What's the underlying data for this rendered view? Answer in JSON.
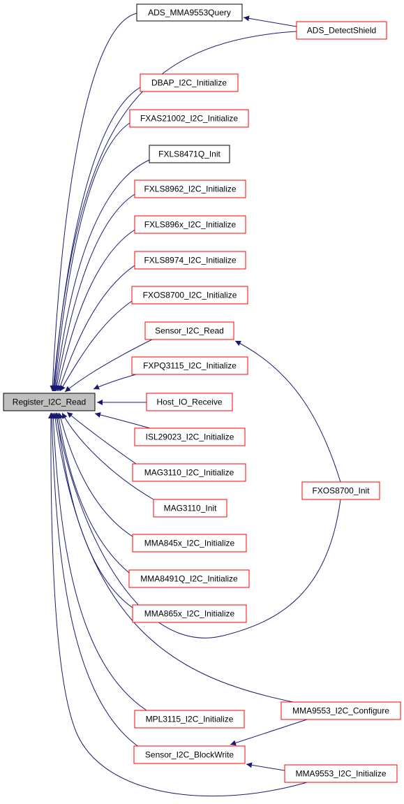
{
  "colors": {
    "edge": "#191970",
    "root_fill": "#bfbfbf",
    "node_red": "#ff0000",
    "node_black": "#000000",
    "background": "#ffffff"
  },
  "nodes": {
    "register_i2c_read": {
      "label": "Register_I2C_Read",
      "border": "black",
      "root": true
    },
    "ads_mma9553query": {
      "label": "ADS_MMA9553Query",
      "border": "black"
    },
    "ads_detectshield": {
      "label": "ADS_DetectShield",
      "border": "red"
    },
    "dbap_i2c_initialize": {
      "label": "DBAP_I2C_Initialize",
      "border": "red"
    },
    "fxas21002_i2c_initialize": {
      "label": "FXAS21002_I2C_Initialize",
      "border": "red"
    },
    "fxls8471q_init": {
      "label": "FXLS8471Q_Init",
      "border": "black"
    },
    "fxls8962_i2c_initialize": {
      "label": "FXLS8962_I2C_Initialize",
      "border": "red"
    },
    "fxls896x_i2c_initialize": {
      "label": "FXLS896x_I2C_Initialize",
      "border": "red"
    },
    "fxls8974_i2c_initialize": {
      "label": "FXLS8974_I2C_Initialize",
      "border": "red"
    },
    "fxos8700_i2c_initialize": {
      "label": "FXOS8700_I2C_Initialize",
      "border": "red"
    },
    "sensor_i2c_read": {
      "label": "Sensor_I2C_Read",
      "border": "red"
    },
    "fxpq3115_i2c_initialize": {
      "label": "FXPQ3115_I2C_Initialize",
      "border": "red"
    },
    "host_io_receive": {
      "label": "Host_IO_Receive",
      "border": "red"
    },
    "isl29023_i2c_initialize": {
      "label": "ISL29023_I2C_Initialize",
      "border": "red"
    },
    "mag3110_i2c_initialize": {
      "label": "MAG3110_I2C_Initialize",
      "border": "red"
    },
    "mag3110_init": {
      "label": "MAG3110_Init",
      "border": "red"
    },
    "mma845x_i2c_initialize": {
      "label": "MMA845x_I2C_Initialize",
      "border": "red"
    },
    "mma8491q_i2c_initialize": {
      "label": "MMA8491Q_I2C_Initialize",
      "border": "red"
    },
    "mma865x_i2c_initialize": {
      "label": "MMA865x_I2C_Initialize",
      "border": "red"
    },
    "fxos8700_init": {
      "label": "FXOS8700_Init",
      "border": "red"
    },
    "mma9553_i2c_configure": {
      "label": "MMA9553_I2C_Configure",
      "border": "red"
    },
    "mpl3115_i2c_initialize": {
      "label": "MPL3115_I2C_Initialize",
      "border": "red"
    },
    "sensor_i2c_blockwrite": {
      "label": "Sensor_I2C_BlockWrite",
      "border": "red"
    },
    "mma9553_i2c_initialize": {
      "label": "MMA9553_I2C_Initialize",
      "border": "red"
    }
  },
  "edges": [
    {
      "from": "ads_mma9553query",
      "to": "register_i2c_read"
    },
    {
      "from": "ads_detectshield",
      "to": "ads_mma9553query"
    },
    {
      "from": "ads_detectshield",
      "to": "register_i2c_read"
    },
    {
      "from": "dbap_i2c_initialize",
      "to": "register_i2c_read"
    },
    {
      "from": "fxas21002_i2c_initialize",
      "to": "register_i2c_read"
    },
    {
      "from": "fxls8471q_init",
      "to": "register_i2c_read"
    },
    {
      "from": "fxls8962_i2c_initialize",
      "to": "register_i2c_read"
    },
    {
      "from": "fxls896x_i2c_initialize",
      "to": "register_i2c_read"
    },
    {
      "from": "fxls8974_i2c_initialize",
      "to": "register_i2c_read"
    },
    {
      "from": "fxos8700_i2c_initialize",
      "to": "register_i2c_read"
    },
    {
      "from": "sensor_i2c_read",
      "to": "register_i2c_read"
    },
    {
      "from": "fxpq3115_i2c_initialize",
      "to": "register_i2c_read"
    },
    {
      "from": "host_io_receive",
      "to": "register_i2c_read"
    },
    {
      "from": "isl29023_i2c_initialize",
      "to": "register_i2c_read"
    },
    {
      "from": "mag3110_i2c_initialize",
      "to": "register_i2c_read"
    },
    {
      "from": "mag3110_init",
      "to": "register_i2c_read"
    },
    {
      "from": "mma845x_i2c_initialize",
      "to": "register_i2c_read"
    },
    {
      "from": "mma8491q_i2c_initialize",
      "to": "register_i2c_read"
    },
    {
      "from": "mma865x_i2c_initialize",
      "to": "register_i2c_read"
    },
    {
      "from": "fxos8700_init",
      "to": "sensor_i2c_read"
    },
    {
      "from": "fxos8700_init",
      "to": "register_i2c_read"
    },
    {
      "from": "mma9553_i2c_configure",
      "to": "register_i2c_read"
    },
    {
      "from": "mma9553_i2c_configure",
      "to": "sensor_i2c_blockwrite"
    },
    {
      "from": "mpl3115_i2c_initialize",
      "to": "register_i2c_read"
    },
    {
      "from": "sensor_i2c_blockwrite",
      "to": "register_i2c_read"
    },
    {
      "from": "mma9553_i2c_initialize",
      "to": "sensor_i2c_blockwrite"
    },
    {
      "from": "mma9553_i2c_initialize",
      "to": "register_i2c_read"
    }
  ]
}
